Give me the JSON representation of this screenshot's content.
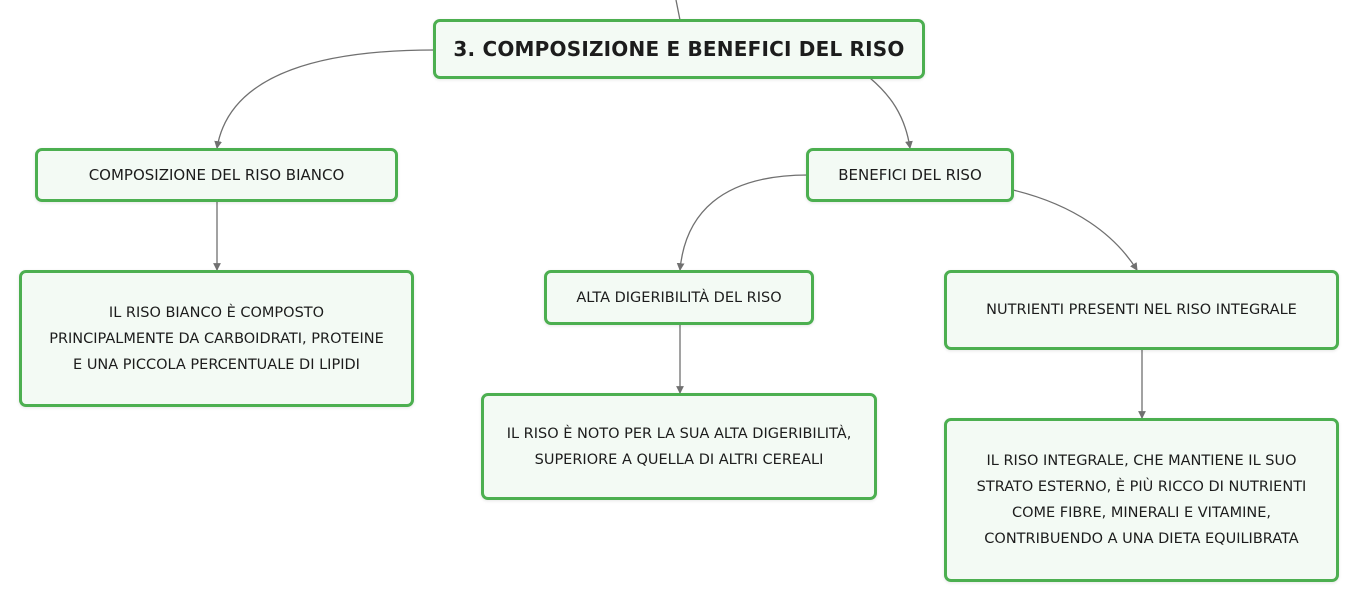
{
  "colors": {
    "node_border": "#4caf50",
    "node_fill": "#f3faf4",
    "link": "#707070",
    "text": "#1c1c1c"
  },
  "map": {
    "root": "3. COMPOSIZIONE E BENEFICI DEL RISO",
    "composizione": {
      "title": "COMPOSIZIONE DEL RISO BIANCO",
      "detail": "IL RISO BIANCO È COMPOSTO PRINCIPALMENTE DA CARBOIDRATI, PROTEINE E UNA PICCOLA PERCENTUALE DI LIPIDI"
    },
    "benefici": {
      "title": "BENEFICI DEL RISO",
      "digeribilita": {
        "title": "ALTA DIGERIBILITÀ DEL RISO",
        "detail": "IL RISO È NOTO PER LA SUA ALTA DIGERIBILITÀ, SUPERIORE A QUELLA DI ALTRI CEREALI"
      },
      "integrale": {
        "title": "NUTRIENTI PRESENTI NEL RISO INTEGRALE",
        "detail": "IL RISO INTEGRALE, CHE MANTIENE IL SUO STRATO ESTERNO, È PIÙ RICCO DI NUTRIENTI COME FIBRE, MINERALI E VITAMINE, CONTRIBUENDO A UNA DIETA EQUILIBRATA"
      }
    }
  }
}
